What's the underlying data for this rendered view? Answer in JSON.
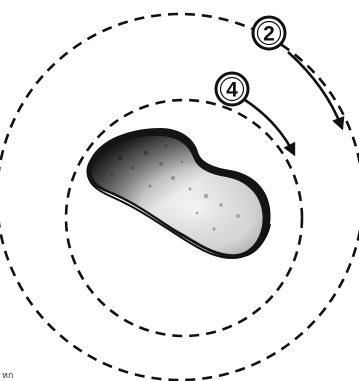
{
  "diagram": {
    "labels": {
      "outer": "2",
      "inner": "4"
    },
    "corner_text": "หก",
    "colors": {
      "line": "#111111",
      "stone_dark": "#1a1a1a",
      "stone_light": "#ffffff",
      "background": "#ffffff"
    }
  }
}
